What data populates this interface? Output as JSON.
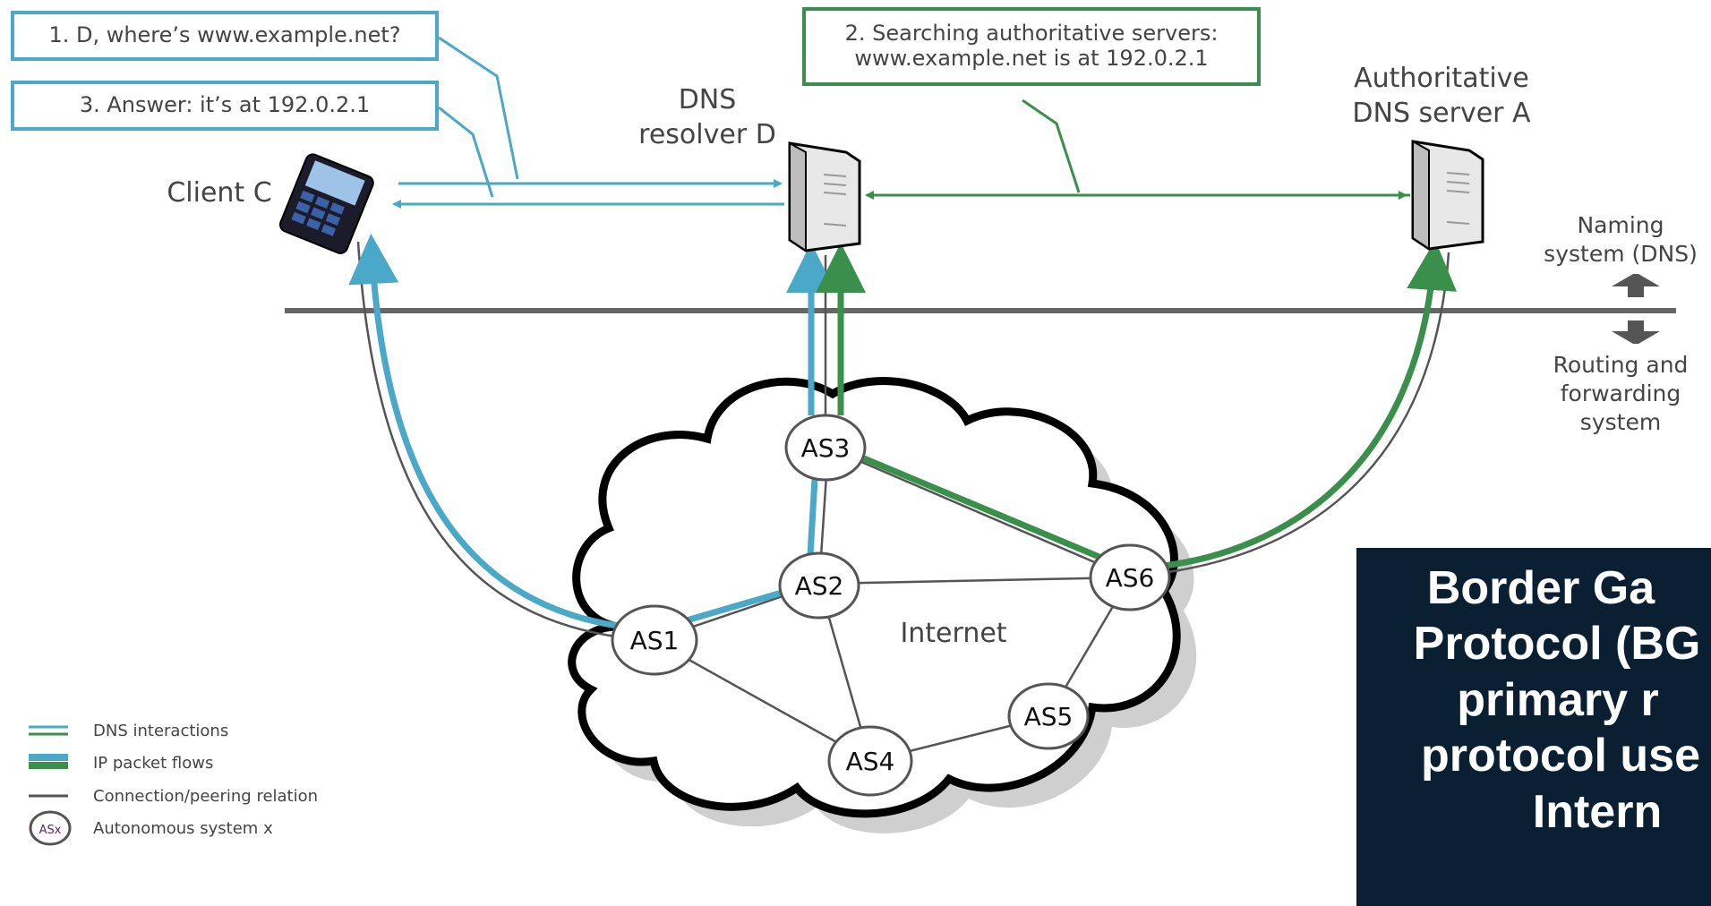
{
  "callouts": {
    "q1": "1. D, where’s www.example.net?",
    "q3": "3. Answer: it’s at 192.0.2.1",
    "q2_line1": "2. Searching authoritative servers:",
    "q2_line2": "www.example.net is at 192.0.2.1"
  },
  "labels": {
    "client": "Client C",
    "resolver_line1": "DNS",
    "resolver_line2": "resolver D",
    "auth_line1": "Authoritative",
    "auth_line2": "DNS server A",
    "naming_line1": "Naming",
    "naming_line2": "system (DNS)",
    "routing_line1": "Routing and",
    "routing_line2": "forwarding",
    "routing_line3": "system",
    "internet": "Internet"
  },
  "nodes": {
    "as1": "AS1",
    "as2": "AS2",
    "as3": "AS3",
    "as4": "AS4",
    "as5": "AS5",
    "as6": "AS6"
  },
  "legend": {
    "dns": "DNS interactions",
    "ip": "IP packet flows",
    "peering": "Connection/peering relation",
    "asx_symbol": "ASx",
    "asx": "Autonomous system x"
  },
  "banner": {
    "line1": "Border Ga",
    "line2": "Protocol (BG",
    "line3": "primary r",
    "line4": "protocol use",
    "line5": "Intern"
  },
  "colors": {
    "dns_blue": "#4aa8c8",
    "dns_green": "#3a8f4a",
    "peering": "#555555",
    "banner_bg": "#0b1f33"
  }
}
